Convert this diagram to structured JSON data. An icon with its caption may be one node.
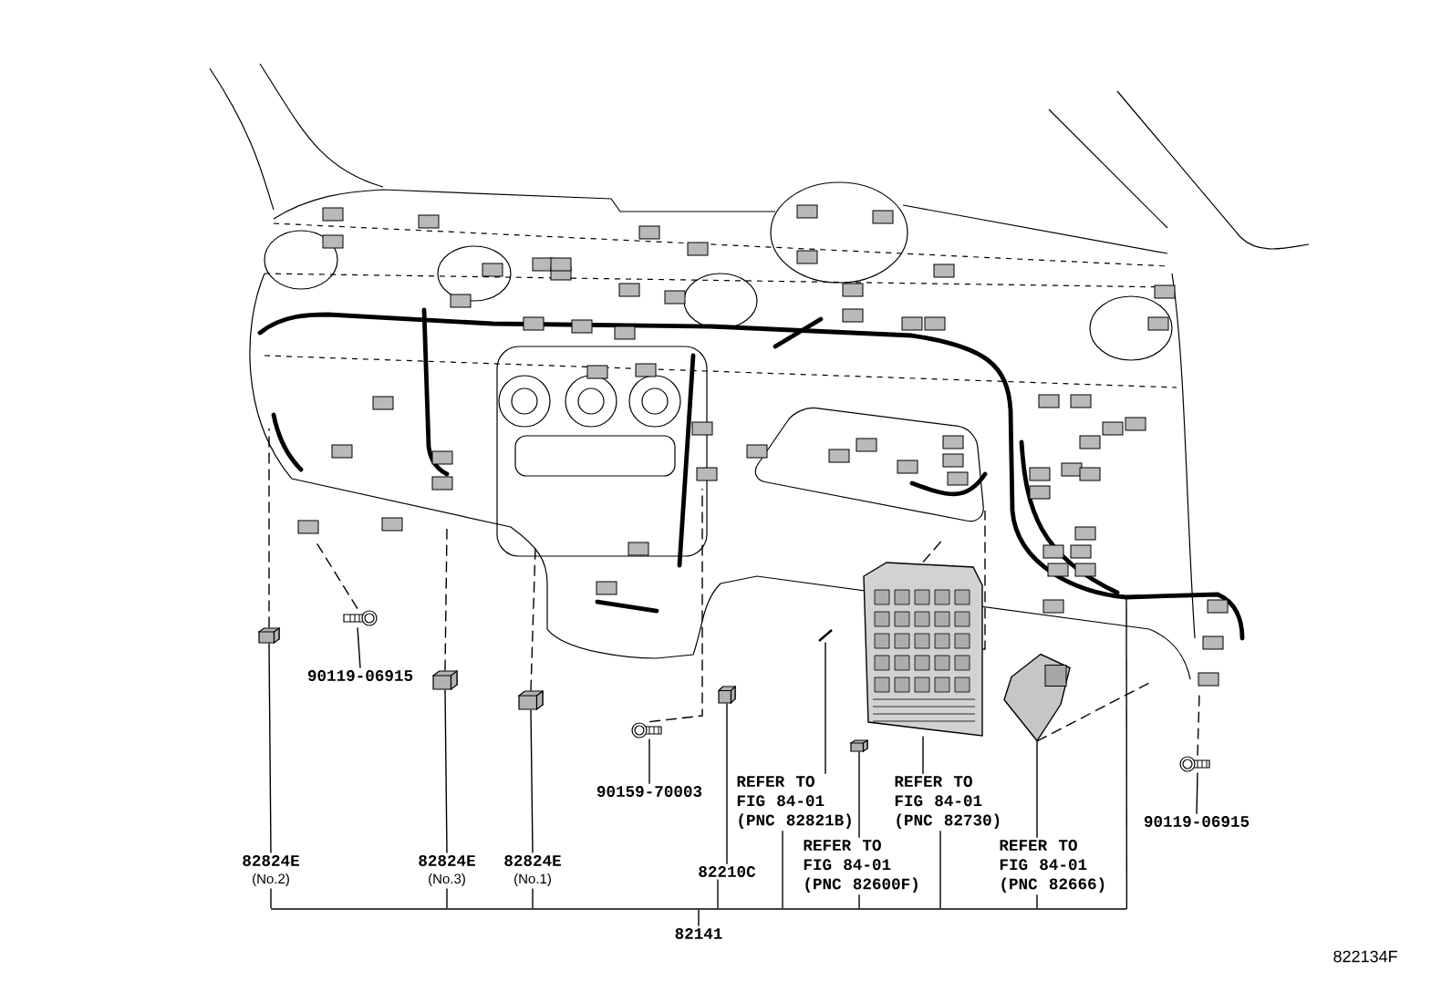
{
  "diagram": {
    "nodes": [
      {
        "text": [
          "82824E",
          "(No.2)"
        ]
      },
      {
        "text": [
          "82824E",
          "(No.3)"
        ]
      },
      {
        "text": [
          "82824E",
          "(No.1)"
        ]
      },
      {
        "text": [
          "82210C"
        ]
      },
      {
        "text": [
          "REFER TO FIG 84-01 (PNC 82821B)"
        ]
      },
      {
        "text": [
          "REFER TO FIG 84-01 (PNC 82600F)"
        ]
      },
      {
        "text": [
          "REFER TO FIG 84-01 (PNC 82730)"
        ]
      },
      {
        "text": [
          "REFER TO FIG 84-01 (PNC 82666)"
        ]
      },
      {
        "text": [
          "90119-06915"
        ]
      },
      {
        "text": [
          "90159-70003"
        ]
      },
      {
        "text": [
          "90119-06915"
        ]
      },
      {
        "text": [
          "82141"
        ]
      },
      {
        "text": [],
        "shape": "picture"
      },
      {
        "text": [],
        "shape": "picture"
      },
      {
        "text": [],
        "shape": "picture"
      },
      {
        "text": [],
        "shape": "picture"
      },
      {
        "text": [],
        "shape": "picture"
      },
      {
        "text": [],
        "shape": "picture"
      },
      {
        "text": [],
        "shape": "picture"
      },
      {
        "text": [],
        "shape": "picture"
      },
      {
        "text": [],
        "shape": "picture"
      },
      {
        "text": [],
        "shape": "picture"
      },
      {
        "text": [],
        "shape": "picture"
      },
      {
        "text": [],
        "shape": "bar"
      }
    ],
    "edges": [
      {
        "from": 0,
        "to": 12,
        "arrow": "none"
      },
      {
        "from": 1,
        "to": 13,
        "arrow": "none"
      },
      {
        "from": 2,
        "to": 14,
        "arrow": "none"
      },
      {
        "from": 3,
        "to": 17,
        "arrow": "none"
      },
      {
        "from": 4,
        "to": 18,
        "arrow": "none"
      },
      {
        "from": 5,
        "to": 19,
        "arrow": "none"
      },
      {
        "from": 6,
        "to": 20,
        "arrow": "none"
      },
      {
        "from": 7,
        "to": 21,
        "arrow": "none"
      },
      {
        "from": 8,
        "to": 15,
        "arrow": "none"
      },
      {
        "from": 9,
        "to": 16,
        "arrow": "none"
      },
      {
        "from": 10,
        "to": 22,
        "arrow": "none"
      },
      {
        "from": 11,
        "to": 23,
        "arrow": "none"
      },
      {
        "from": 23,
        "to": 0,
        "arrow": "none"
      },
      {
        "from": 23,
        "to": 1,
        "arrow": "none"
      },
      {
        "from": 23,
        "to": 2,
        "arrow": "none"
      },
      {
        "from": 23,
        "to": 3,
        "arrow": "none"
      },
      {
        "from": 23,
        "to": 4,
        "arrow": "none"
      },
      {
        "from": 23,
        "to": 5,
        "arrow": "none"
      },
      {
        "from": 23,
        "to": 6,
        "arrow": "none"
      },
      {
        "from": 23,
        "to": 7,
        "arrow": "none"
      },
      {
        "from": 23,
        "to": null,
        "arrow": "none"
      },
      {
        "from": 12,
        "to": null,
        "arrow": "none",
        "style": "dashed"
      },
      {
        "from": 13,
        "to": null,
        "arrow": "none",
        "style": "dashed"
      },
      {
        "from": 14,
        "to": null,
        "arrow": "none",
        "style": "dashed"
      },
      {
        "from": 15,
        "to": null,
        "arrow": "none",
        "style": "dashed"
      },
      {
        "from": 16,
        "to": null,
        "arrow": "none",
        "style": "dashed"
      },
      {
        "from": 22,
        "to": null,
        "arrow": "none",
        "style": "dashed"
      },
      {
        "from": 20,
        "to": null,
        "arrow": "none",
        "style": "dashed"
      },
      {
        "from": 20,
        "to": null,
        "arrow": "none",
        "style": "dashed"
      },
      {
        "from": 21,
        "to": null,
        "arrow": "none",
        "style": "dashed"
      }
    ],
    "labels": [
      "822134F"
    ]
  }
}
